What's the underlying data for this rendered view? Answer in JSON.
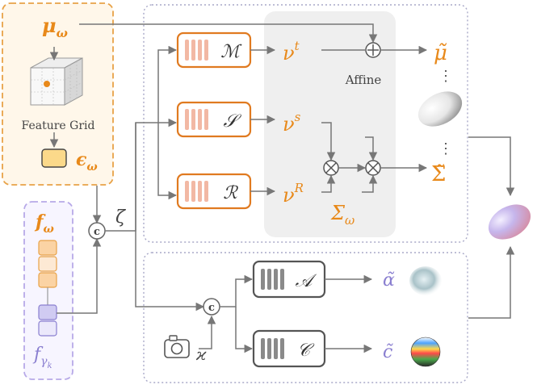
{
  "inputs": {
    "mu": "μ",
    "mu_sub": "ω",
    "feature_grid_label": "Feature Grid",
    "epsilon": "ϵ",
    "epsilon_sub": "ω",
    "f_omega": "f",
    "f_omega_sub": "ω",
    "f_gamma": "f",
    "f_gamma_sub": "γ",
    "f_gamma_subsub": "k",
    "zeta": "ζ",
    "camera_label": "ϰ"
  },
  "concat_symbol": "c",
  "mlp_blocks": {
    "M": "ℳ",
    "S": "𝒮",
    "R": "ℛ",
    "A": "𝒜",
    "C": "𝒞"
  },
  "mid": {
    "nu_t": "ν",
    "nu_t_sup": "t",
    "nu_s": "ν",
    "nu_s_sup": "s",
    "nu_r": "ν",
    "nu_r_sup": "R",
    "sigma": "Σ",
    "sigma_sub": "ω",
    "affine_label": "Affine"
  },
  "outputs": {
    "mu_tilde": "μ̃",
    "sigma_tilde": "Σ̃",
    "alpha_tilde": "α̃",
    "c_tilde": "c̃",
    "dots": "⋮"
  },
  "colors": {
    "orange": "#e8891a",
    "mlp_bar": "#f2b8a4",
    "purple_text": "#8a7fd0",
    "purple_cell": "#d8d4f4",
    "orange_cell": "#fbd9b5",
    "dark_block": "#555555",
    "dashed_border": "#a9a9c8"
  }
}
